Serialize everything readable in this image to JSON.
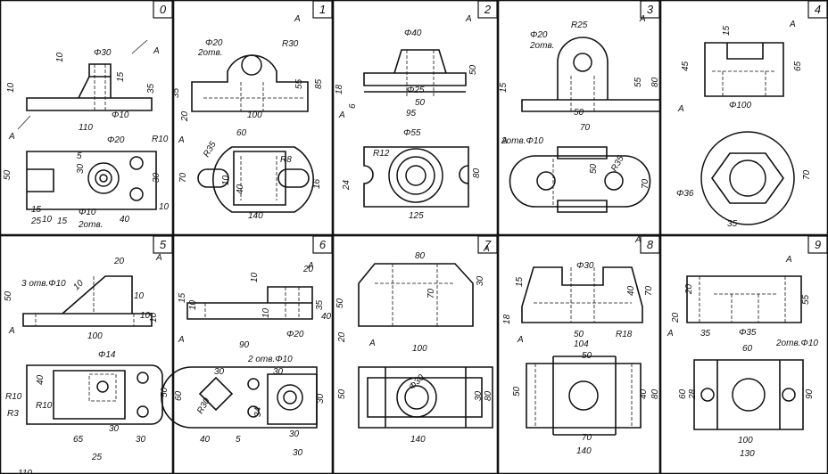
{
  "cells": [
    {
      "num": "0",
      "labels": [
        "Φ30",
        "10",
        "10",
        "15",
        "35",
        "A",
        "110",
        "Φ10",
        "Φ20",
        "R10",
        "50",
        "30",
        "30",
        "5",
        "10",
        "15",
        "25",
        "15",
        "Φ10",
        "2отв.",
        "40",
        "10",
        "A"
      ]
    },
    {
      "num": "1",
      "labels": [
        "Φ20",
        "2отв.",
        "R30",
        "A",
        "35",
        "20",
        "55",
        "85",
        "100",
        "60",
        "R35",
        "R8",
        "70",
        "40",
        "10",
        "16",
        "140",
        "A"
      ]
    },
    {
      "num": "2",
      "labels": [
        "Φ40",
        "A",
        "18",
        "50",
        "6",
        "Φ25",
        "50",
        "95",
        "A",
        "Φ55",
        "R12",
        "24",
        "80",
        "125"
      ]
    },
    {
      "num": "3",
      "labels": [
        "R25",
        "Φ20",
        "2отв.",
        "A",
        "15",
        "55",
        "80",
        "50",
        "70",
        "A",
        "2отв.Φ10",
        "R35",
        "50",
        "70"
      ]
    },
    {
      "num": "4",
      "labels": [
        "15",
        "A",
        "45",
        "65",
        "A",
        "Φ100",
        "Φ36",
        "70",
        "35"
      ]
    },
    {
      "num": "5",
      "labels": [
        "20",
        "A",
        "3 отв.Φ10",
        "10",
        "50",
        "10",
        "10",
        "10",
        "100",
        "A",
        "Φ14",
        "R10",
        "40",
        "50",
        "30",
        "R3",
        "R10",
        "65",
        "30",
        "25",
        "110"
      ]
    },
    {
      "num": "6",
      "labels": [
        "20",
        "A",
        "10",
        "15",
        "10",
        "35",
        "10",
        "Φ20",
        "90",
        "A",
        "30",
        "2 отв.Φ10",
        "30",
        "60",
        "R30",
        "34",
        "30",
        "40",
        "5",
        "30",
        "30",
        "40"
      ]
    },
    {
      "num": "7",
      "labels": [
        "80",
        "A",
        "30",
        "50",
        "70",
        "20",
        "A",
        "100",
        "Φ30",
        "30",
        "50",
        "80",
        "140"
      ]
    },
    {
      "num": "8",
      "labels": [
        "Φ30",
        "A",
        "15",
        "40",
        "70",
        "18",
        "50",
        "R18",
        "104",
        "A",
        "50",
        "50",
        "40",
        "80",
        "70",
        "140"
      ]
    },
    {
      "num": "9",
      "labels": [
        "A",
        "20",
        "55",
        "20",
        "35",
        "Φ35",
        "A",
        "60",
        "2отв.Φ10",
        "28",
        "60",
        "90",
        "100",
        "130"
      ]
    }
  ]
}
